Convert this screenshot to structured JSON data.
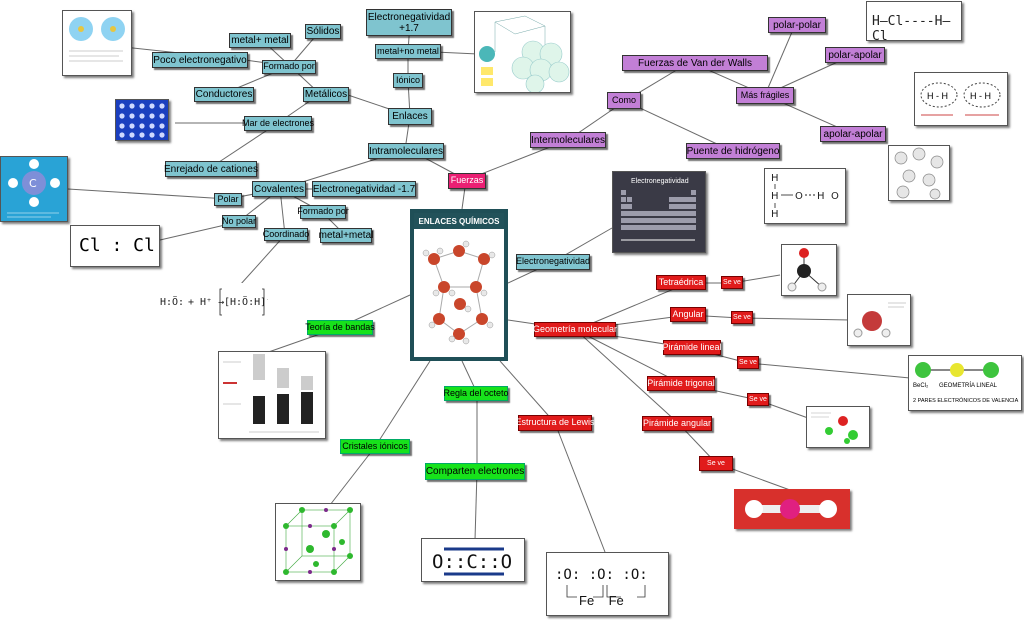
{
  "title": "ENLACES QUÍMICOS",
  "nodes": {
    "enlaces": "Enlaces",
    "ionico": "Iónico",
    "metal_no_metal": "metal+no metal",
    "electroneg_pos": "Electronegatividad\n+1.7",
    "metalicos": "Metálicos",
    "formado_por_1": "Formado por",
    "solidos": "Sólidos",
    "metal_metal": "metal+ metal",
    "poco_electroneg": "Poco electronegativo",
    "conductores": "Conductores",
    "mar_electrones": "Mar de electrones",
    "enrejado": "Enrejado de cationes",
    "intramoleculares": "Intramoleculares",
    "covalentes": "Covalentes",
    "electroneg_neg": "Electronegatividad -1.7",
    "formado_por_2": "Formado por",
    "metal_metal_2": "metal+metal",
    "polar": "Polar",
    "no_polar": "No polar",
    "coordinado": "Coordinado",
    "fuerzas": "Fuerzas",
    "intermoleculares": "Intermoleculares",
    "como": "Como",
    "van_der_walls": "Fuerzas  de Van der Walls",
    "mas_fragiles": "Más frágiles",
    "polar_polar": "polar-polar",
    "polar_apolar": "polar-apolar",
    "apolar_apolar": "apolar-apolar",
    "puente_hidrogeno": "Puente de hidrógeno",
    "electronegatividad": "Electronegatividad",
    "geometria": "Geometría molecular",
    "tetraedrica": "Tetraédrica",
    "angular": "Angular",
    "piramide_lineal": "Pirámide lineal",
    "piramide_trigonal": "Pirámide trigonal",
    "piramide_angular": "Pirámide angular",
    "sev_1": "Se ve",
    "sev_2": "Se ve",
    "sev_3": "Se ve",
    "sev_4": "Se ve",
    "sev_5": "Se ve",
    "teoria_bandas": "Teoría de bandas",
    "regla_octeto": "Regla del octeto",
    "estructura_lewis": "Estructura de Lewis",
    "cristales_ionicos": "Cristales iónicos",
    "comparten": "Comparten electrones"
  },
  "images": {
    "hcl_text": "H—Cl----H—Cl",
    "h2_label": "H - H",
    "periodic_title": "Electronegatividad",
    "cl2": "Cl : Cl",
    "co2": "O::C::O",
    "fe_labels": "Fe    Fe",
    "oxygen_row": ":O:   :O:   :O:",
    "linear_label": "GEOMETRÍA LINEAL",
    "linear_formula": "BeCl₂",
    "linear_caption": "2 PARES ELECTRÓNICOS DE VALENCIA"
  },
  "colors": {
    "teal": "#7fc4cf",
    "purple": "#c27fd6",
    "red": "#e11b1b",
    "green": "#17e21b",
    "pink": "#ea1f73",
    "center": "#22525a"
  }
}
